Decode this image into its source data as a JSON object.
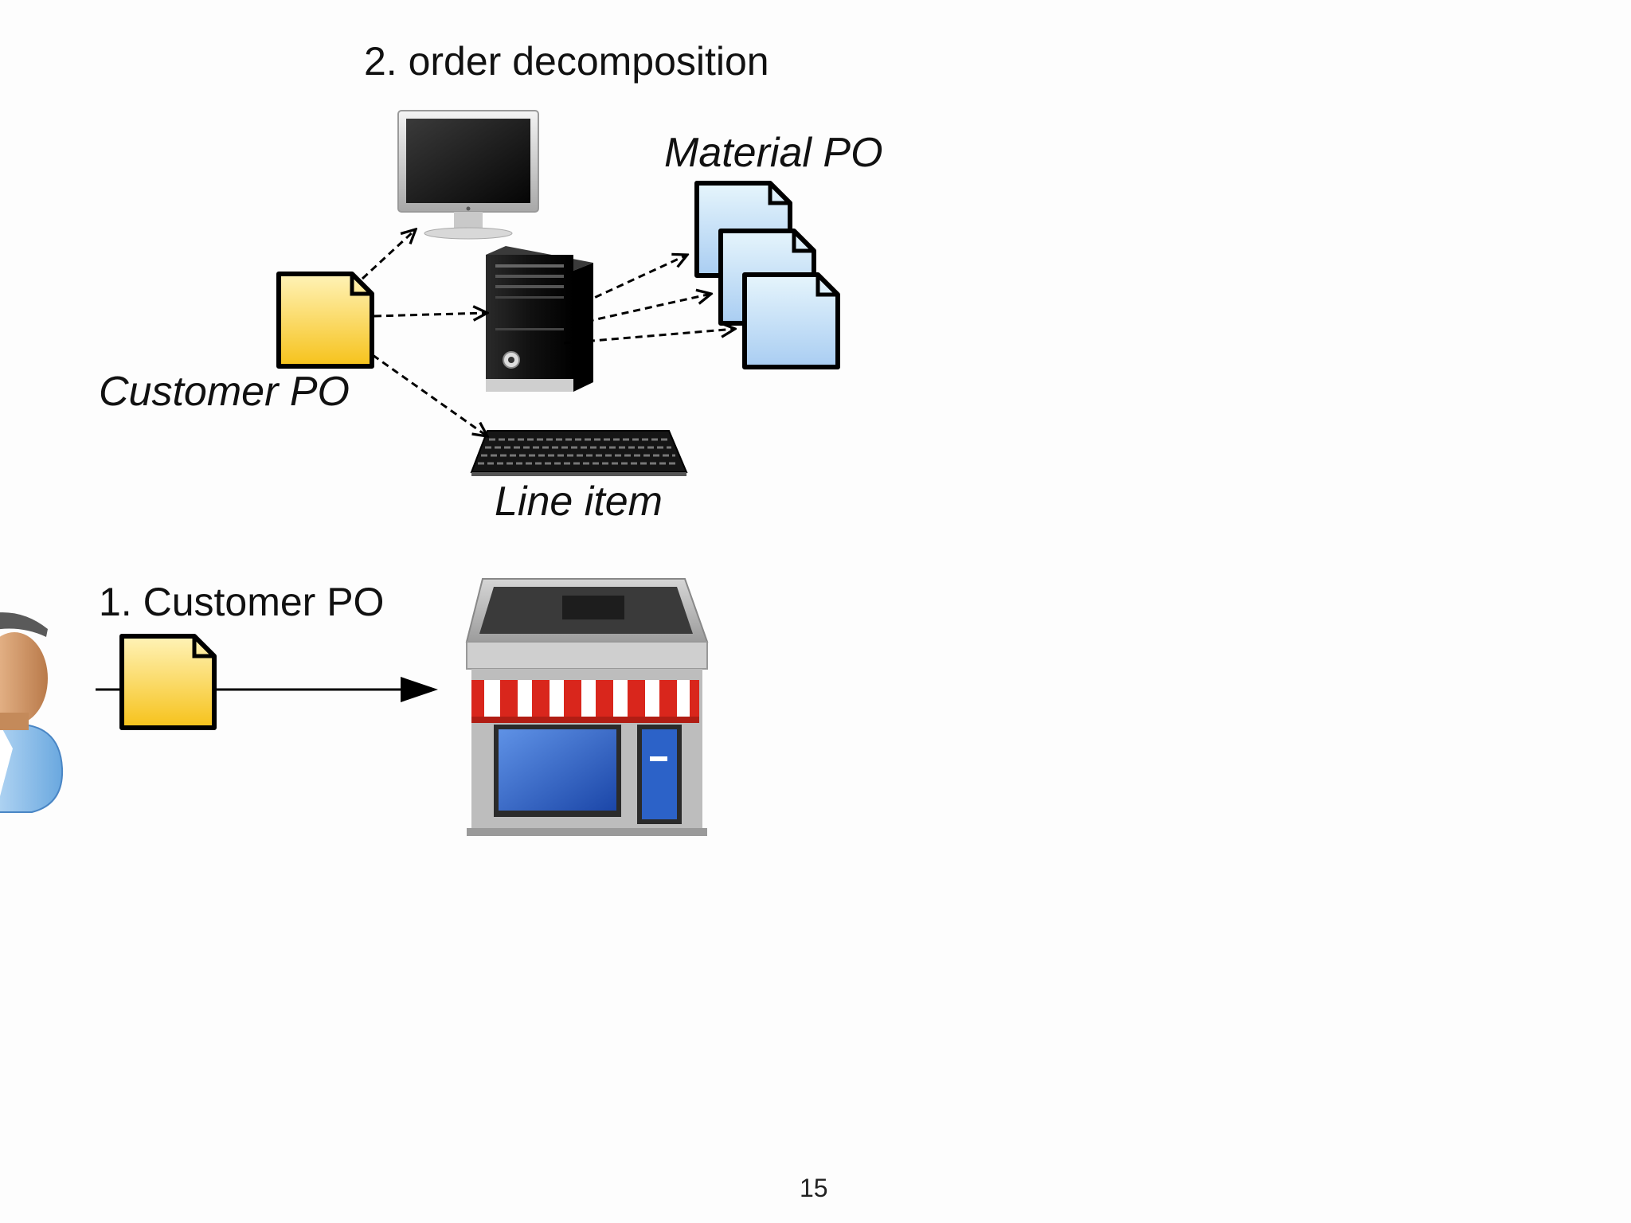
{
  "slide": {
    "step2_title": "2. order decomposition",
    "step1_title": "1. Customer PO",
    "material_po_label": "Material PO",
    "customer_po_label": "Customer PO",
    "line_item_label": "Line item",
    "page_number": "15"
  },
  "icons": {
    "monitor": "monitor-icon",
    "computer_tower": "computer-tower-icon",
    "keyboard": "keyboard-icon",
    "customer_document": "document-icon",
    "material_documents": "document-stack-icon",
    "customer_person": "person-icon",
    "store": "store-icon"
  },
  "colors": {
    "customer_po_doc": "#ffd42a",
    "material_po_doc": "#bfe0f7",
    "awning_red": "#d9261c",
    "store_window_blue": "#2c62c8"
  }
}
